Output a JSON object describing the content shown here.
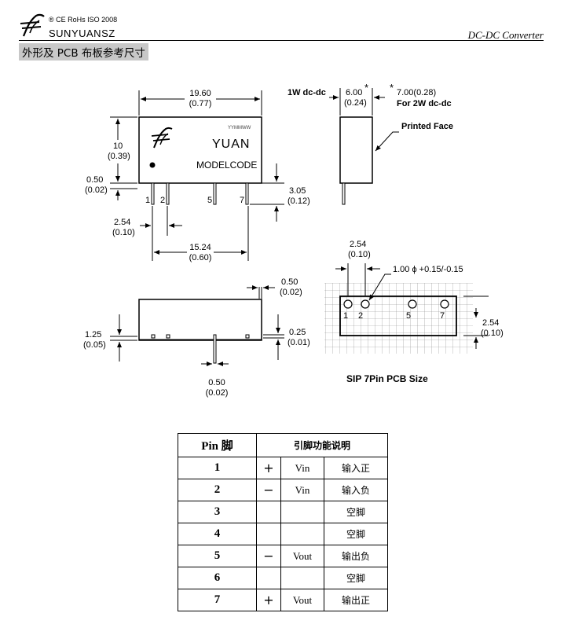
{
  "header": {
    "certs": "® CE   RoHs   ISO 2008",
    "brand": "SUNYUANSZ",
    "product": "DC-DC Converter"
  },
  "section_title": "外形及 PCB 布板参考尺寸",
  "front_view": {
    "width_mm": "19.60",
    "width_in": "(0.77)",
    "height_mm": "10",
    "height_in": "(0.39)",
    "standoff_mm": "0.50",
    "standoff_in": "(0.02)",
    "pin_len_mm": "3.05",
    "pin_len_in": "(0.12)",
    "pitch_mm": "2.54",
    "pitch_in": "(0.10)",
    "span_mm": "15.24",
    "span_in": "(0.60)",
    "body_date": "YYMMWW",
    "body_brand": "YUAN",
    "body_model": "MODELCODE",
    "pin_labels": [
      "1",
      "2",
      "5",
      "7"
    ]
  },
  "side_view": {
    "label_1w": "1W dc-dc",
    "thick_1w_mm": "6.00",
    "thick_1w_in": "(0.24)",
    "star": "*",
    "thick_2w": "7.00(0.28)",
    "label_2w": "For 2W dc-dc",
    "printed_face": "Printed Face"
  },
  "bottom_view": {
    "pin_w_mm": "0.50",
    "pin_w_in": "(0.02)",
    "offset_mm": "1.25",
    "offset_in": "(0.05)",
    "pin_t_mm": "0.25",
    "pin_t_in": "(0.01)",
    "pin_b_mm": "0.50",
    "pin_b_in": "(0.02)"
  },
  "pcb_view": {
    "pitch_mm": "2.54",
    "pitch_in": "(0.10)",
    "hole": "1.00 ϕ +0.15/-0.15",
    "row_mm": "2.54",
    "row_in": "(0.10)",
    "pin_labels": [
      "1",
      "2",
      "5",
      "7"
    ],
    "caption": "SIP 7Pin  PCB Size"
  },
  "pin_table": {
    "headers": [
      "Pin 脚",
      "引脚功能说明"
    ],
    "rows": [
      {
        "pin": "1",
        "polarity": "+",
        "signal": "Vin",
        "desc": "输入正"
      },
      {
        "pin": "2",
        "polarity": "−",
        "signal": "Vin",
        "desc": "输入负"
      },
      {
        "pin": "3",
        "polarity": "",
        "signal": "",
        "desc": "空脚"
      },
      {
        "pin": "4",
        "polarity": "",
        "signal": "",
        "desc": "空脚"
      },
      {
        "pin": "5",
        "polarity": "−",
        "signal": "Vout",
        "desc": "输出负"
      },
      {
        "pin": "6",
        "polarity": "",
        "signal": "",
        "desc": "空脚"
      },
      {
        "pin": "7",
        "polarity": "+",
        "signal": "Vout",
        "desc": "输出正"
      }
    ]
  }
}
